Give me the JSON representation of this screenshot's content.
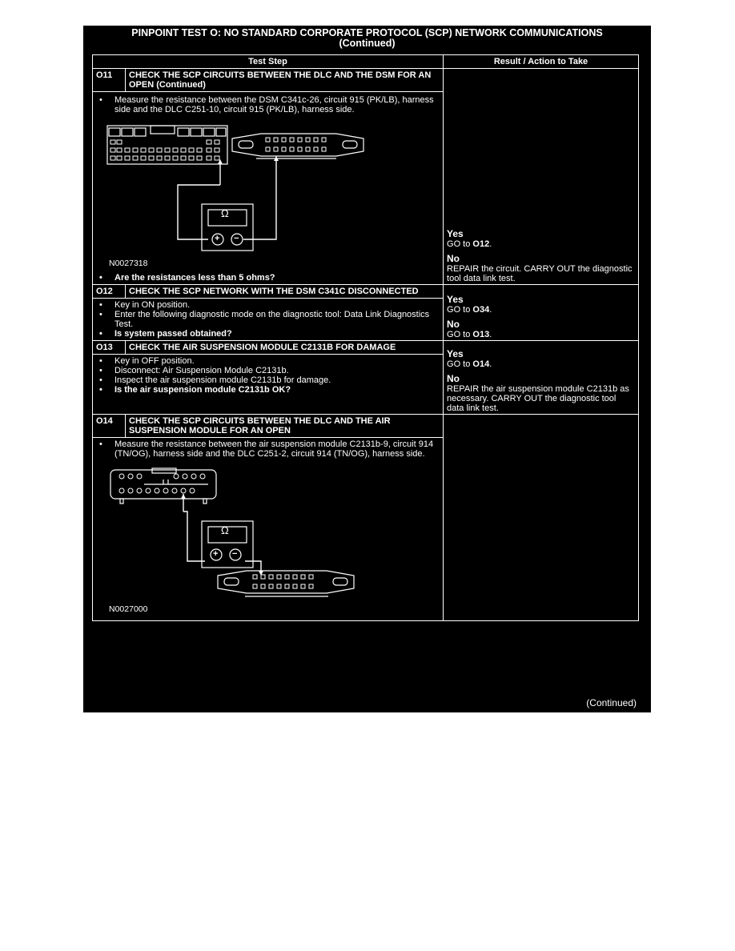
{
  "header": {
    "title_line1": "PINPOINT TEST O: NO STANDARD CORPORATE PROTOCOL (SCP) NETWORK COMMUNICATIONS",
    "title_line2": "(Continued)"
  },
  "columns": {
    "step": "Test Step",
    "result": "Result / Action to Take"
  },
  "steps": {
    "o11": {
      "id": "O11",
      "title": "CHECK THE SCP CIRCUITS BETWEEN THE DLC AND THE DSM FOR AN OPEN (Continued)",
      "bullet1": "Measure the resistance between the DSM C341c-26, circuit 915 (PK/LB), harness side and the DLC C251-10, circuit 915 (PK/LB), harness side.",
      "figure_id": "N0027318",
      "question": "Are the resistances less than 5 ohms?",
      "yes_label": "Yes",
      "yes_prefix": "GO to ",
      "yes_target": "O12",
      "yes_suffix": ".",
      "no_label": "No",
      "no_text": "REPAIR the circuit. CARRY OUT the diagnostic tool data link test."
    },
    "o12": {
      "id": "O12",
      "title": "CHECK THE SCP NETWORK WITH THE DSM C341C DISCONNECTED",
      "bullet1": "Key in ON position.",
      "bullet2": "Enter the following diagnostic mode on the diagnostic tool: Data Link Diagnostics Test.",
      "question": "Is system passed obtained?",
      "yes_label": "Yes",
      "yes_prefix": "GO to ",
      "yes_target": "O34",
      "yes_suffix": ".",
      "no_label": "No",
      "no_prefix": "GO to ",
      "no_target": "O13",
      "no_suffix": "."
    },
    "o13": {
      "id": "O13",
      "title": "CHECK THE AIR SUSPENSION MODULE C2131B FOR DAMAGE",
      "bullet1": "Key in OFF position.",
      "bullet2": "Disconnect: Air Suspension Module C2131b.",
      "bullet3": "Inspect the air suspension module C2131b for damage.",
      "question": "Is the air suspension module C2131b OK?",
      "yes_label": "Yes",
      "yes_prefix": "GO to ",
      "yes_target": "O14",
      "yes_suffix": ".",
      "no_label": "No",
      "no_text": "REPAIR the air suspension module C2131b as necessary. CARRY OUT the diagnostic tool data link test."
    },
    "o14": {
      "id": "O14",
      "title": "CHECK THE SCP CIRCUITS BETWEEN THE DLC AND THE AIR SUSPENSION MODULE FOR AN OPEN",
      "bullet1": "Measure the resistance between the air suspension module C2131b-9, circuit 914 (TN/OG), harness side and the DLC C251-2, circuit 914 (TN/OG), harness side.",
      "figure_id": "N0027000"
    }
  },
  "meter": {
    "symbol": "Ω",
    "plus": "+",
    "minus": "−"
  },
  "footer": {
    "continued": "(Continued)"
  }
}
